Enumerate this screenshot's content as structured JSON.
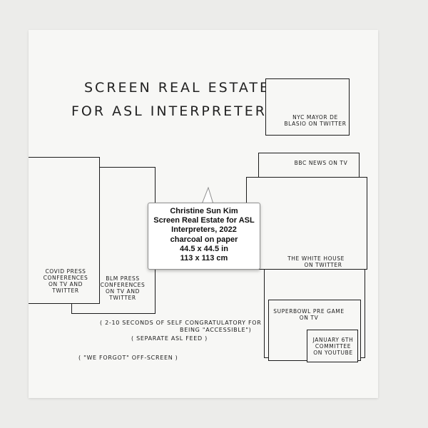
{
  "artwork": {
    "title_line1": "SCREEN REAL ESTATE",
    "title_line2": "FOR ASL INTERPRETERS",
    "boxes": {
      "nyc_mayor": "NYC MAYOR DE BLASIO ON TWITTER",
      "covid": [
        "COVID PRESS",
        "CONFERENCES",
        "ON TV AND",
        "TWITTER"
      ],
      "blm": [
        "BLM PRESS",
        "CONFERENCES",
        "ON TV AND",
        "TWITTER"
      ],
      "bbc": "BBC NEWS ON TV",
      "white_house": [
        "THE WHITE HOUSE",
        "ON TWITTER"
      ],
      "superbowl": [
        "SUPERBOWL PRE GAME",
        "ON TV"
      ],
      "january6": [
        "JANUARY 6TH",
        "COMMITTEE",
        "ON YOUTUBE"
      ]
    },
    "notes": {
      "self_congrat_1": "( 2-10 SECONDS OF SELF CONGRATULATORY FOR",
      "self_congrat_2": "BEING \"ACCESSIBLE\")",
      "separate_feed": "( SEPARATE ASL FEED )",
      "we_forgot": "( \"WE FORGOT\" OFF-SCREEN )"
    }
  },
  "caption": {
    "artist": "Christine Sun Kim",
    "title_line1": "Screen Real Estate for ASL",
    "title_line2": "Interpreters, 2022",
    "medium": "charcoal on paper",
    "size_in": "44.5 x 44.5 in",
    "size_cm": "113 x 113 cm"
  }
}
